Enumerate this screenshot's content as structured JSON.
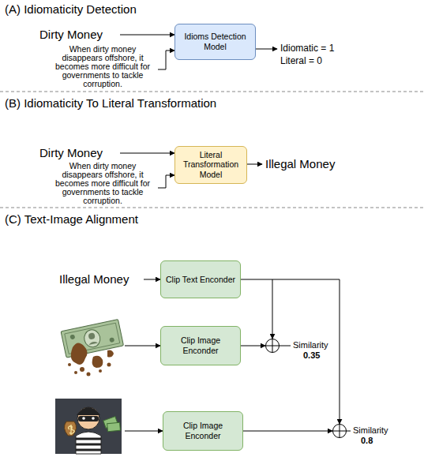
{
  "diagram": {
    "nodes": [
      {
        "text": [
          "Idioms Detection Model"
        ]
      },
      {
        "text": [
          "Literal Transformation Model"
        ]
      },
      {
        "text": [
          "Clip Text Enconder"
        ]
      },
      {
        "text": [
          "Clip Image Enconder"
        ]
      },
      {
        "text": [
          "Clip Image Enconder"
        ]
      }
    ],
    "labels": [
      "(A) Idiomaticity Detection",
      "Dirty Money",
      "When dirty money disappears offshore, it becomes more difficult for governments to tackle corruption.",
      "Idiomatic = 1",
      "Literal = 0",
      "(B) Idiomaticity To Literal Transformation",
      "Dirty Money",
      "When dirty money disappears offshore, it becomes more difficult for governments to tackle corruption.",
      "Illegal Money",
      "(C) Text-Image Alignment",
      "Illegal Money",
      "Similarity",
      "0.35",
      "Similarity",
      "0.8"
    ]
  }
}
